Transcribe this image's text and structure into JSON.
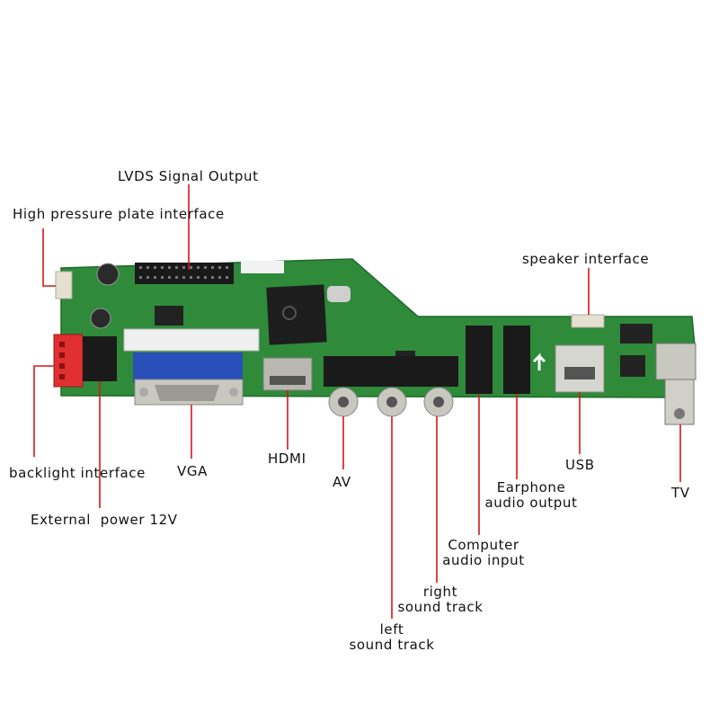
{
  "labels": {
    "lvds": "LVDS Signal Output",
    "high_pressure": "High pressure plate interface",
    "speaker": "speaker interface",
    "backlight": "backlight interface",
    "vga": "VGA",
    "hdmi": "HDMI",
    "av": "AV",
    "usb": "USB",
    "tv": "TV",
    "earphone_1": "Earphone",
    "earphone_2": "audio output",
    "computer_1": "Computer",
    "computer_2": "audio input",
    "right_1": "right",
    "right_2": "sound track",
    "left_1": "left",
    "left_2": "sound track",
    "external_power": "External  power 12V"
  },
  "colors": {
    "pcb_green": "#2f8a3a",
    "pcb_dark": "#1f6b2a",
    "leader_line": "#d01818",
    "vga_blue": "#2a4fb8",
    "metal": "#c8c8c0",
    "connector_red": "#e03030",
    "jack_black": "#1a1a1a"
  }
}
